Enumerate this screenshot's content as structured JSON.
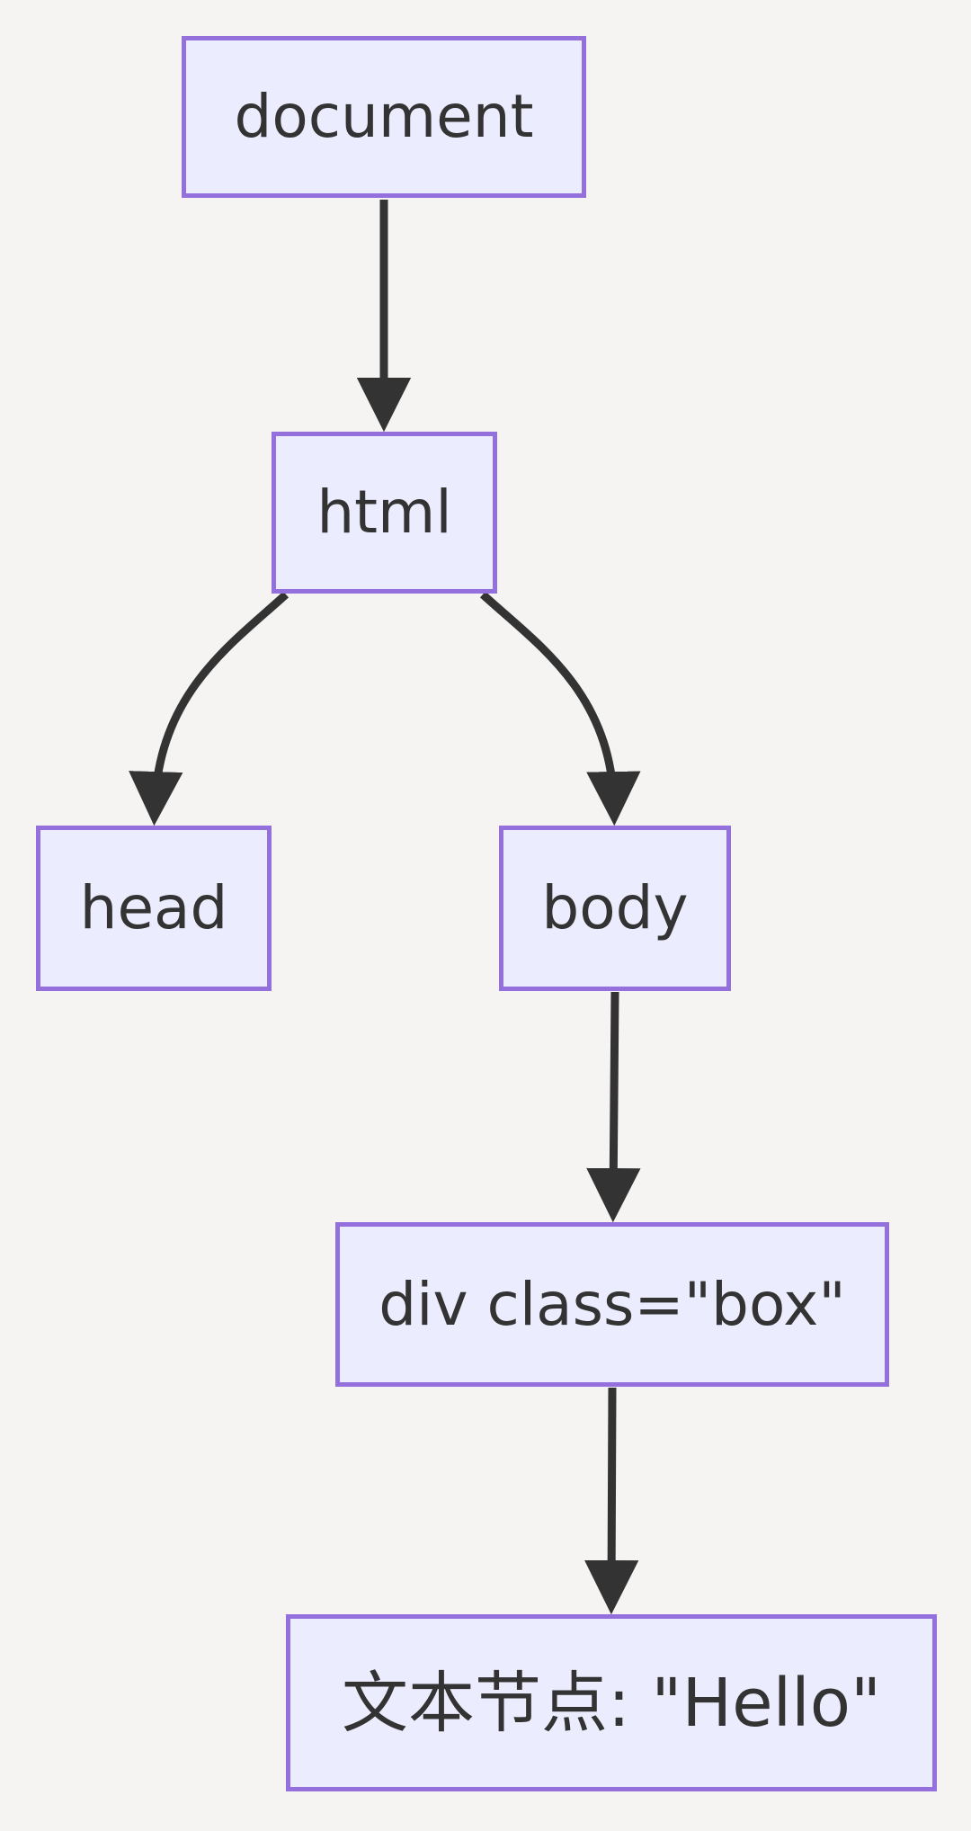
{
  "colors": {
    "bg": "#f5f4f2",
    "node-fill": "#ececff",
    "node-border": "#9370db",
    "node-text": "#333333",
    "edge": "#333333"
  },
  "diagram": {
    "type": "flowchart-tree",
    "orientation": "top-down",
    "nodes": [
      {
        "id": "document",
        "label": "document"
      },
      {
        "id": "html",
        "label": "html"
      },
      {
        "id": "head",
        "label": "head"
      },
      {
        "id": "body",
        "label": "body"
      },
      {
        "id": "div",
        "label": "div class=\"box\""
      },
      {
        "id": "text",
        "label": "文本节点: \"Hello\""
      }
    ],
    "edges": [
      {
        "from": "document",
        "to": "html"
      },
      {
        "from": "html",
        "to": "head"
      },
      {
        "from": "html",
        "to": "body"
      },
      {
        "from": "body",
        "to": "div"
      },
      {
        "from": "div",
        "to": "text"
      }
    ]
  }
}
